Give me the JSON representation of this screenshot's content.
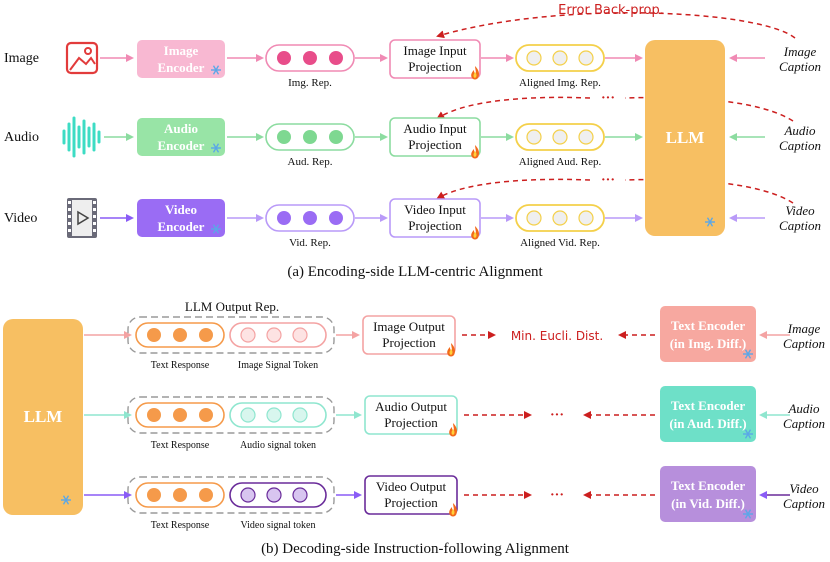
{
  "colors": {
    "image": "#e84d8a",
    "image_light": "#f8a8c9",
    "audio": "#5ccf7a",
    "audio_light": "#98e4a6",
    "audio_icon": "#3ddcc4",
    "video": "#8a5cf6",
    "video_light": "#b99af8",
    "aligned": "#f4d04a",
    "llm": "#f7bf62",
    "error": "#cc1f1f",
    "output_tokens": "#f59a4a",
    "text_enc_image": "#f7a8a0",
    "text_enc_audio": "#6ee0c8",
    "text_enc_video": "#b78fdc",
    "gray": "#8a8a8a"
  },
  "encoding": {
    "error_label": "Error Back-prop.",
    "rows": [
      {
        "input": "Image",
        "icon": "image-icon",
        "encoder": "Image Encoder",
        "rep": "Img. Rep.",
        "projection": "Image Input Projection",
        "aligned": "Aligned Img. Rep.",
        "caption": "Image Caption"
      },
      {
        "input": "Audio",
        "icon": "waveform-icon",
        "encoder": "Audio Encoder",
        "rep": "Aud. Rep.",
        "projection": "Audio Input Projection",
        "aligned": "Aligned Aud. Rep.",
        "caption": "Audio Caption"
      },
      {
        "input": "Video",
        "icon": "film-icon",
        "encoder": "Video Encoder",
        "rep": "Vid. Rep.",
        "projection": "Video Input Projection",
        "aligned": "Aligned Vid. Rep.",
        "caption": "Video Caption"
      }
    ],
    "llm": "LLM",
    "caption_a": "(a) Encoding-side LLM-centric Alignment"
  },
  "decoding": {
    "llm": "LLM",
    "output_rep": "LLM Output Rep.",
    "dist_label": "Min. Eucli. Dist.",
    "ellipsis": "···",
    "rows": [
      {
        "text_resp": "Text Response",
        "signal": "Image Signal Token",
        "projection": "Image Output Projection",
        "text_encoder": "Text Encoder",
        "text_encoder_sub": "(in Img. Diff.)",
        "caption": "Image Caption"
      },
      {
        "text_resp": "Text Response",
        "signal": "Audio signal token",
        "projection": "Audio Output Projection",
        "text_encoder": "Text Encoder",
        "text_encoder_sub": "(in Aud. Diff.)",
        "caption": "Audio Caption"
      },
      {
        "text_resp": "Text Response",
        "signal": "Video signal token",
        "projection": "Video Output Projection",
        "text_encoder": "Text Encoder",
        "text_encoder_sub": "(in Vid. Diff.)",
        "caption": "Video Caption"
      }
    ],
    "caption_b": "(b) Decoding-side Instruction-following Alignment"
  }
}
